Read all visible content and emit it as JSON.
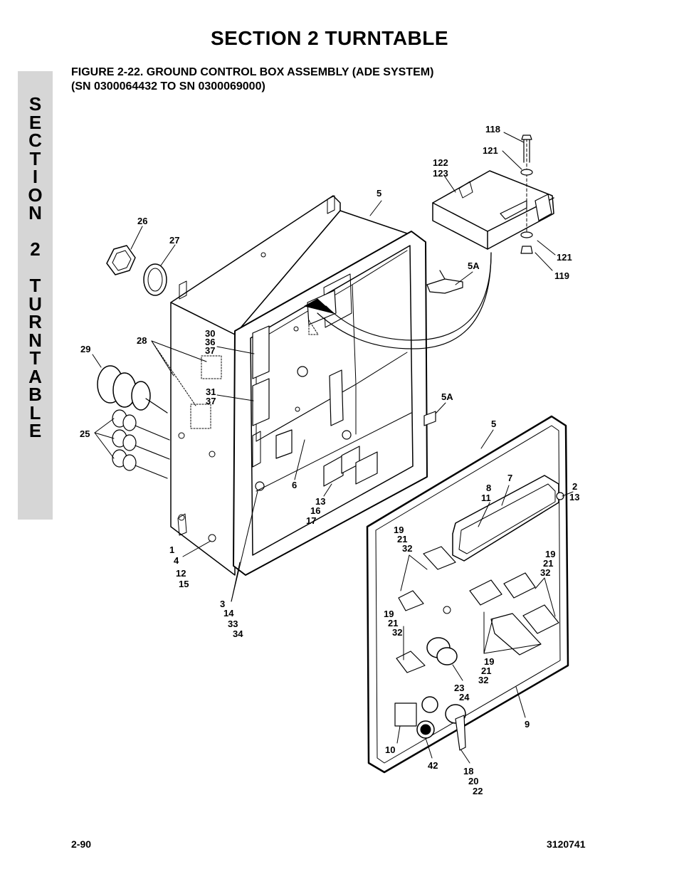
{
  "header": {
    "title": "SECTION 2   TURNTABLE"
  },
  "figure": {
    "title_line1": "FIGURE 2-22.  GROUND CONTROL BOX ASSEMBLY (ADE SYSTEM)",
    "title_line2": "(SN 0300064432 TO SN 0300069000)"
  },
  "side_tab": {
    "letters": [
      "S",
      "E",
      "C",
      "T",
      "I",
      "O",
      "N",
      "",
      "2",
      "",
      "T",
      "U",
      "R",
      "N",
      "T",
      "A",
      "B",
      "L",
      "E"
    ]
  },
  "callouts": {
    "c118": "118",
    "c121a": "121",
    "c122": "122",
    "c123": "123",
    "c5a": "5",
    "c26": "26",
    "c27": "27",
    "c5A1": "5A",
    "c121b": "121",
    "c119": "119",
    "c30": "30",
    "c36": "36",
    "c37a": "37",
    "c28": "28",
    "c29": "29",
    "c31": "31",
    "c37b": "37",
    "c5A2": "5A",
    "c5b": "5",
    "c25": "25",
    "c6": "6",
    "c8": "8",
    "c11": "11",
    "c7": "7",
    "c2": "2",
    "c13a": "13",
    "c13b": "13",
    "c16": "16",
    "c17": "17",
    "c19a": "19",
    "c21a": "21",
    "c32a": "32",
    "c19b": "19",
    "c21b": "21",
    "c32b": "32",
    "c1": "1",
    "c4": "4",
    "c12": "12",
    "c15": "15",
    "c3": "3",
    "c14": "14",
    "c33": "33",
    "c34": "34",
    "c19c": "19",
    "c21c": "21",
    "c32c": "32",
    "c19d": "19",
    "c21d": "21",
    "c32d": "32",
    "c23": "23",
    "c24": "24",
    "c9": "9",
    "c10": "10",
    "c42": "42",
    "c18": "18",
    "c20": "20",
    "c22": "22"
  },
  "footer": {
    "page": "2-90",
    "doc_number": "3120741"
  }
}
